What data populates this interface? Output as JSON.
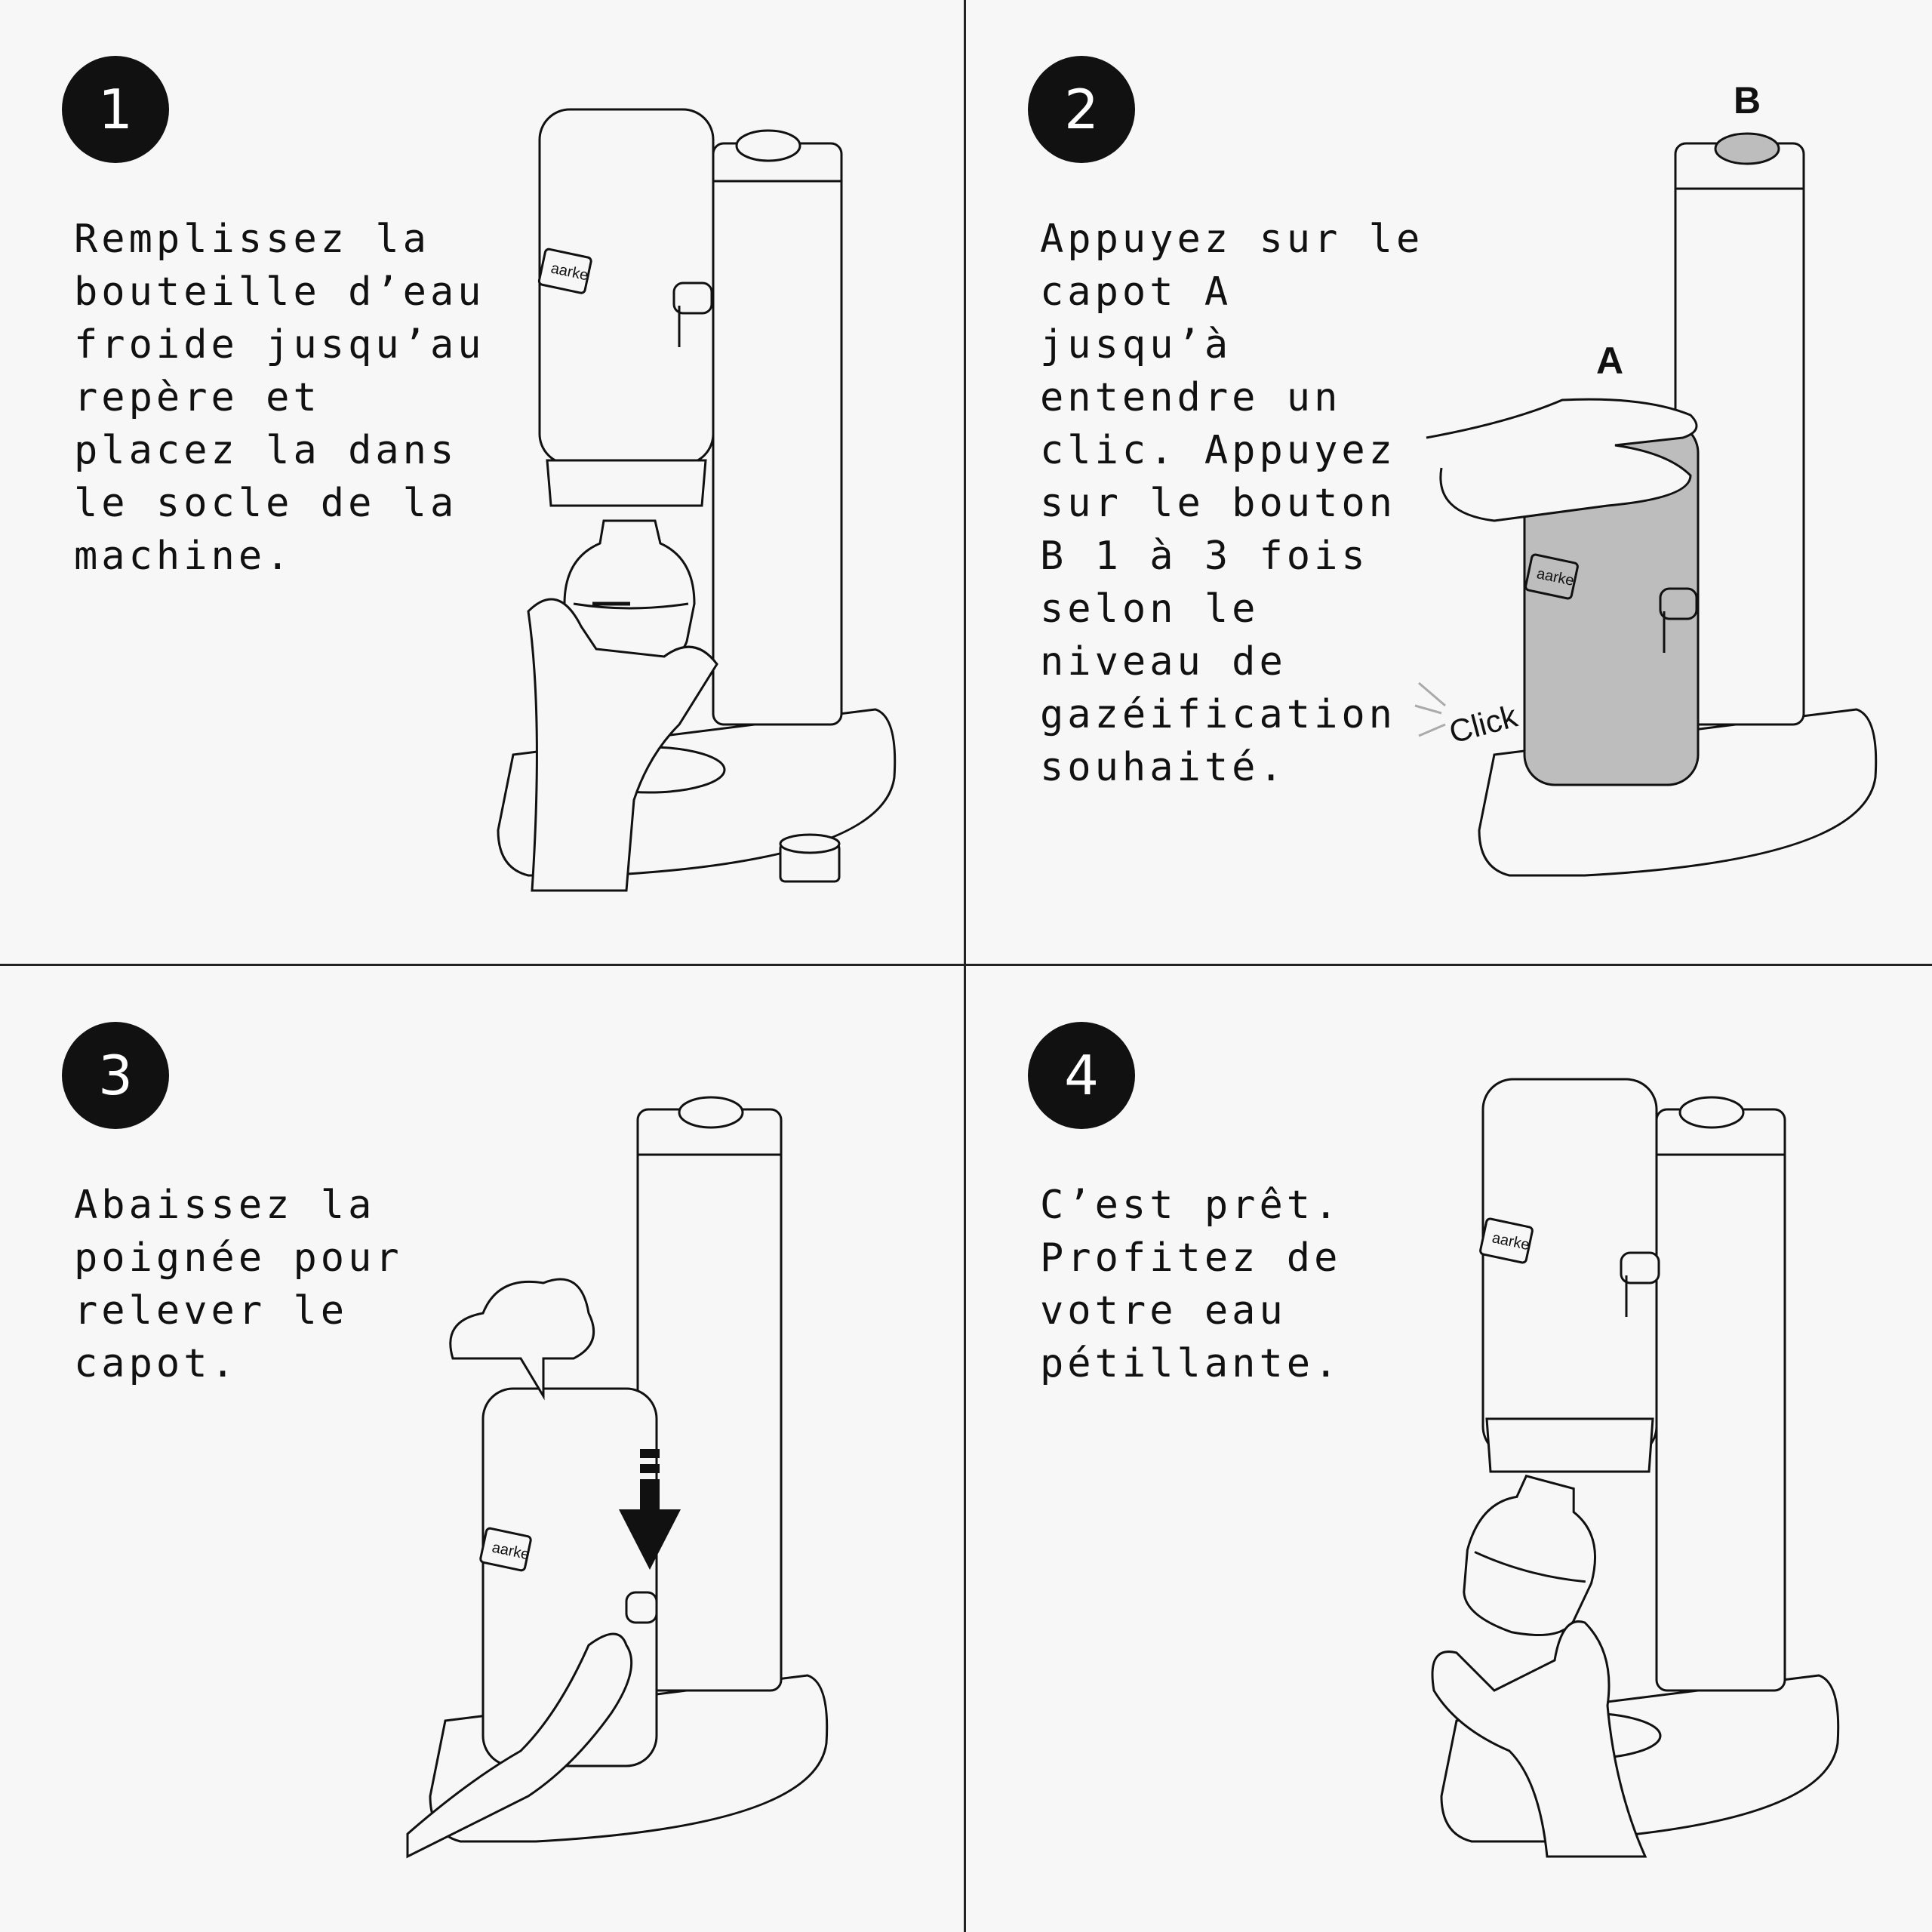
{
  "steps": [
    {
      "number": "1",
      "text": "Remplissez la\nbouteille d’eau\nfroide jusqu’au\nrepère et\nplacez la dans\nle socle de la\nmachine."
    },
    {
      "number": "2",
      "text": "Appuyez sur le\ncapot A\njusqu’à\nentendre un\nclic. Appuyez\nsur le bouton\nB 1 à 3 fois\nselon le\nniveau de\ngazéification\nsouhaité."
    },
    {
      "number": "3",
      "text": "Abaissez la\npoignée pour\nrelever le\ncapot."
    },
    {
      "number": "4",
      "text": "C’est prêt.\nProfitez de\nvotre eau\npétillante."
    }
  ],
  "labels": {
    "cap_a": "A",
    "button_b": "B",
    "click": "Click"
  },
  "brand": "aarke",
  "colors": {
    "background": "#f7f7f7",
    "ink": "#111111",
    "highlight": "#bdbdbd",
    "water": "#c9c9c9"
  }
}
